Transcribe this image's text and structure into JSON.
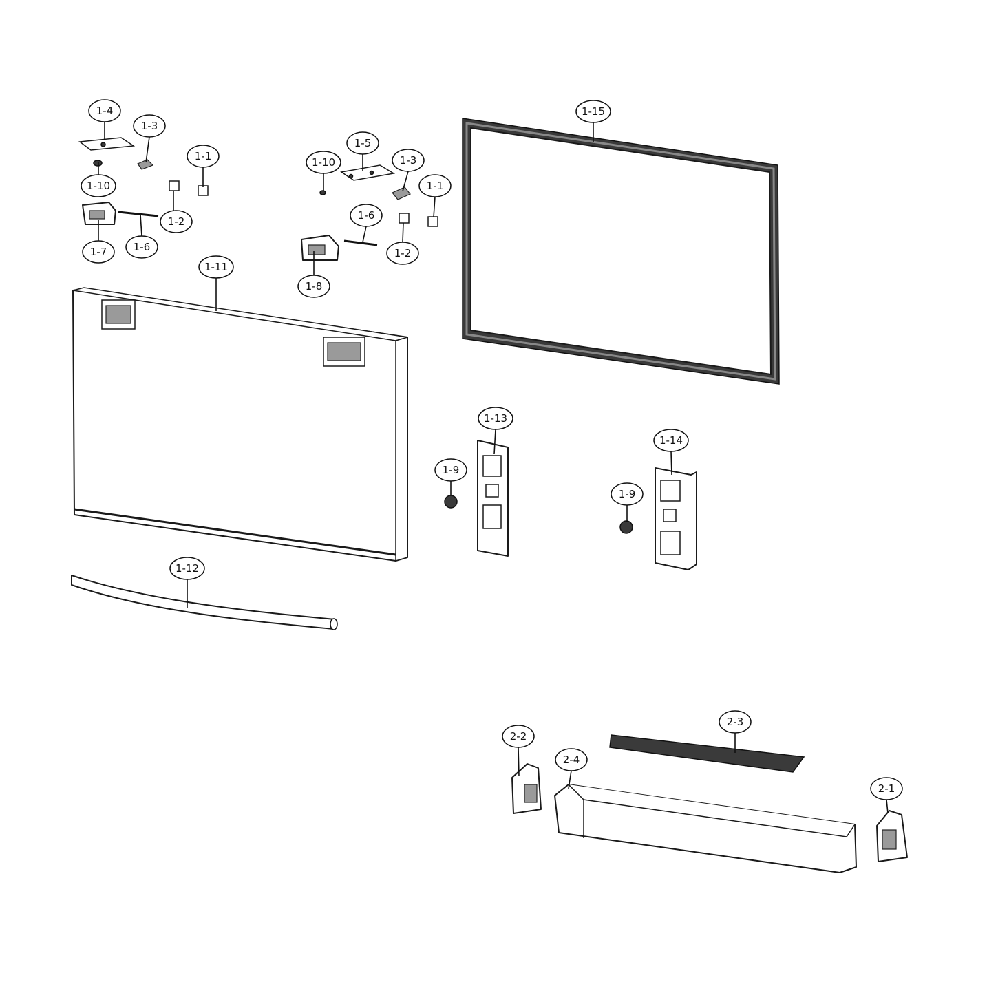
{
  "callouts": {
    "c1_4": "1-4",
    "c1_3a": "1-3",
    "c1_1a": "1-1",
    "c1_10a": "1-10",
    "c1_2a": "1-2",
    "c1_6a": "1-6",
    "c1_7": "1-7",
    "c1_10b": "1-10",
    "c1_5": "1-5",
    "c1_3b": "1-3",
    "c1_1b": "1-1",
    "c1_6b": "1-6",
    "c1_2b": "1-2",
    "c1_8": "1-8",
    "c1_11": "1-11",
    "c1_15": "1-15",
    "c1_13": "1-13",
    "c1_9a": "1-9",
    "c1_14": "1-14",
    "c1_9b": "1-9",
    "c1_12": "1-12",
    "c2_2": "2-2",
    "c2_3": "2-3",
    "c2_4": "2-4",
    "c2_1": "2-1"
  }
}
